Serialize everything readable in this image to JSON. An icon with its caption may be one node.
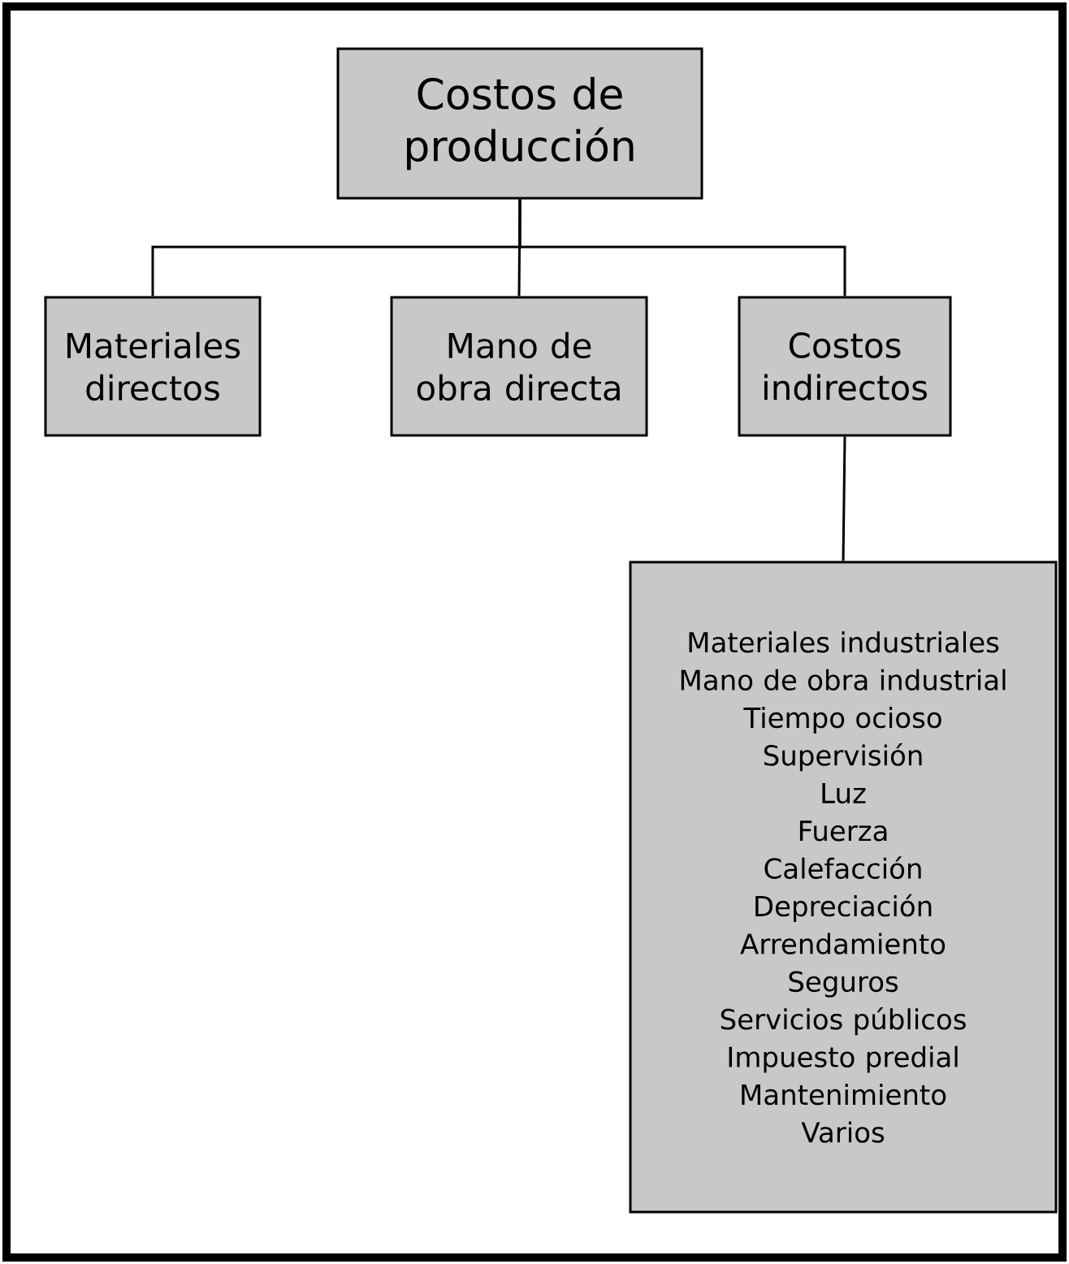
{
  "diagram": {
    "nodes": [
      {
        "text": [
          "Costos de producción"
        ]
      },
      {
        "text": [
          "Materiales directos"
        ]
      },
      {
        "text": [
          "Mano de obra directa"
        ]
      },
      {
        "text": [
          "Costos indirectos"
        ]
      },
      {
        "text": [
          "Materiales industriales",
          "Mano de obra industrial",
          "Tiempo ocioso",
          "Supervisión",
          "Luz",
          "Fuerza",
          "Calefacción",
          "Depreciación",
          "Arrendamiento",
          "Seguros",
          "Servicios públicos",
          "Impuesto predial",
          "Mantenimiento",
          "Varios"
        ]
      }
    ],
    "edges": [
      {
        "from": 0,
        "to": 1,
        "arrow": "none"
      },
      {
        "from": 0,
        "to": 2,
        "arrow": "none"
      },
      {
        "from": 0,
        "to": 3,
        "arrow": "none"
      },
      {
        "from": 3,
        "to": 4,
        "arrow": "none"
      }
    ]
  }
}
